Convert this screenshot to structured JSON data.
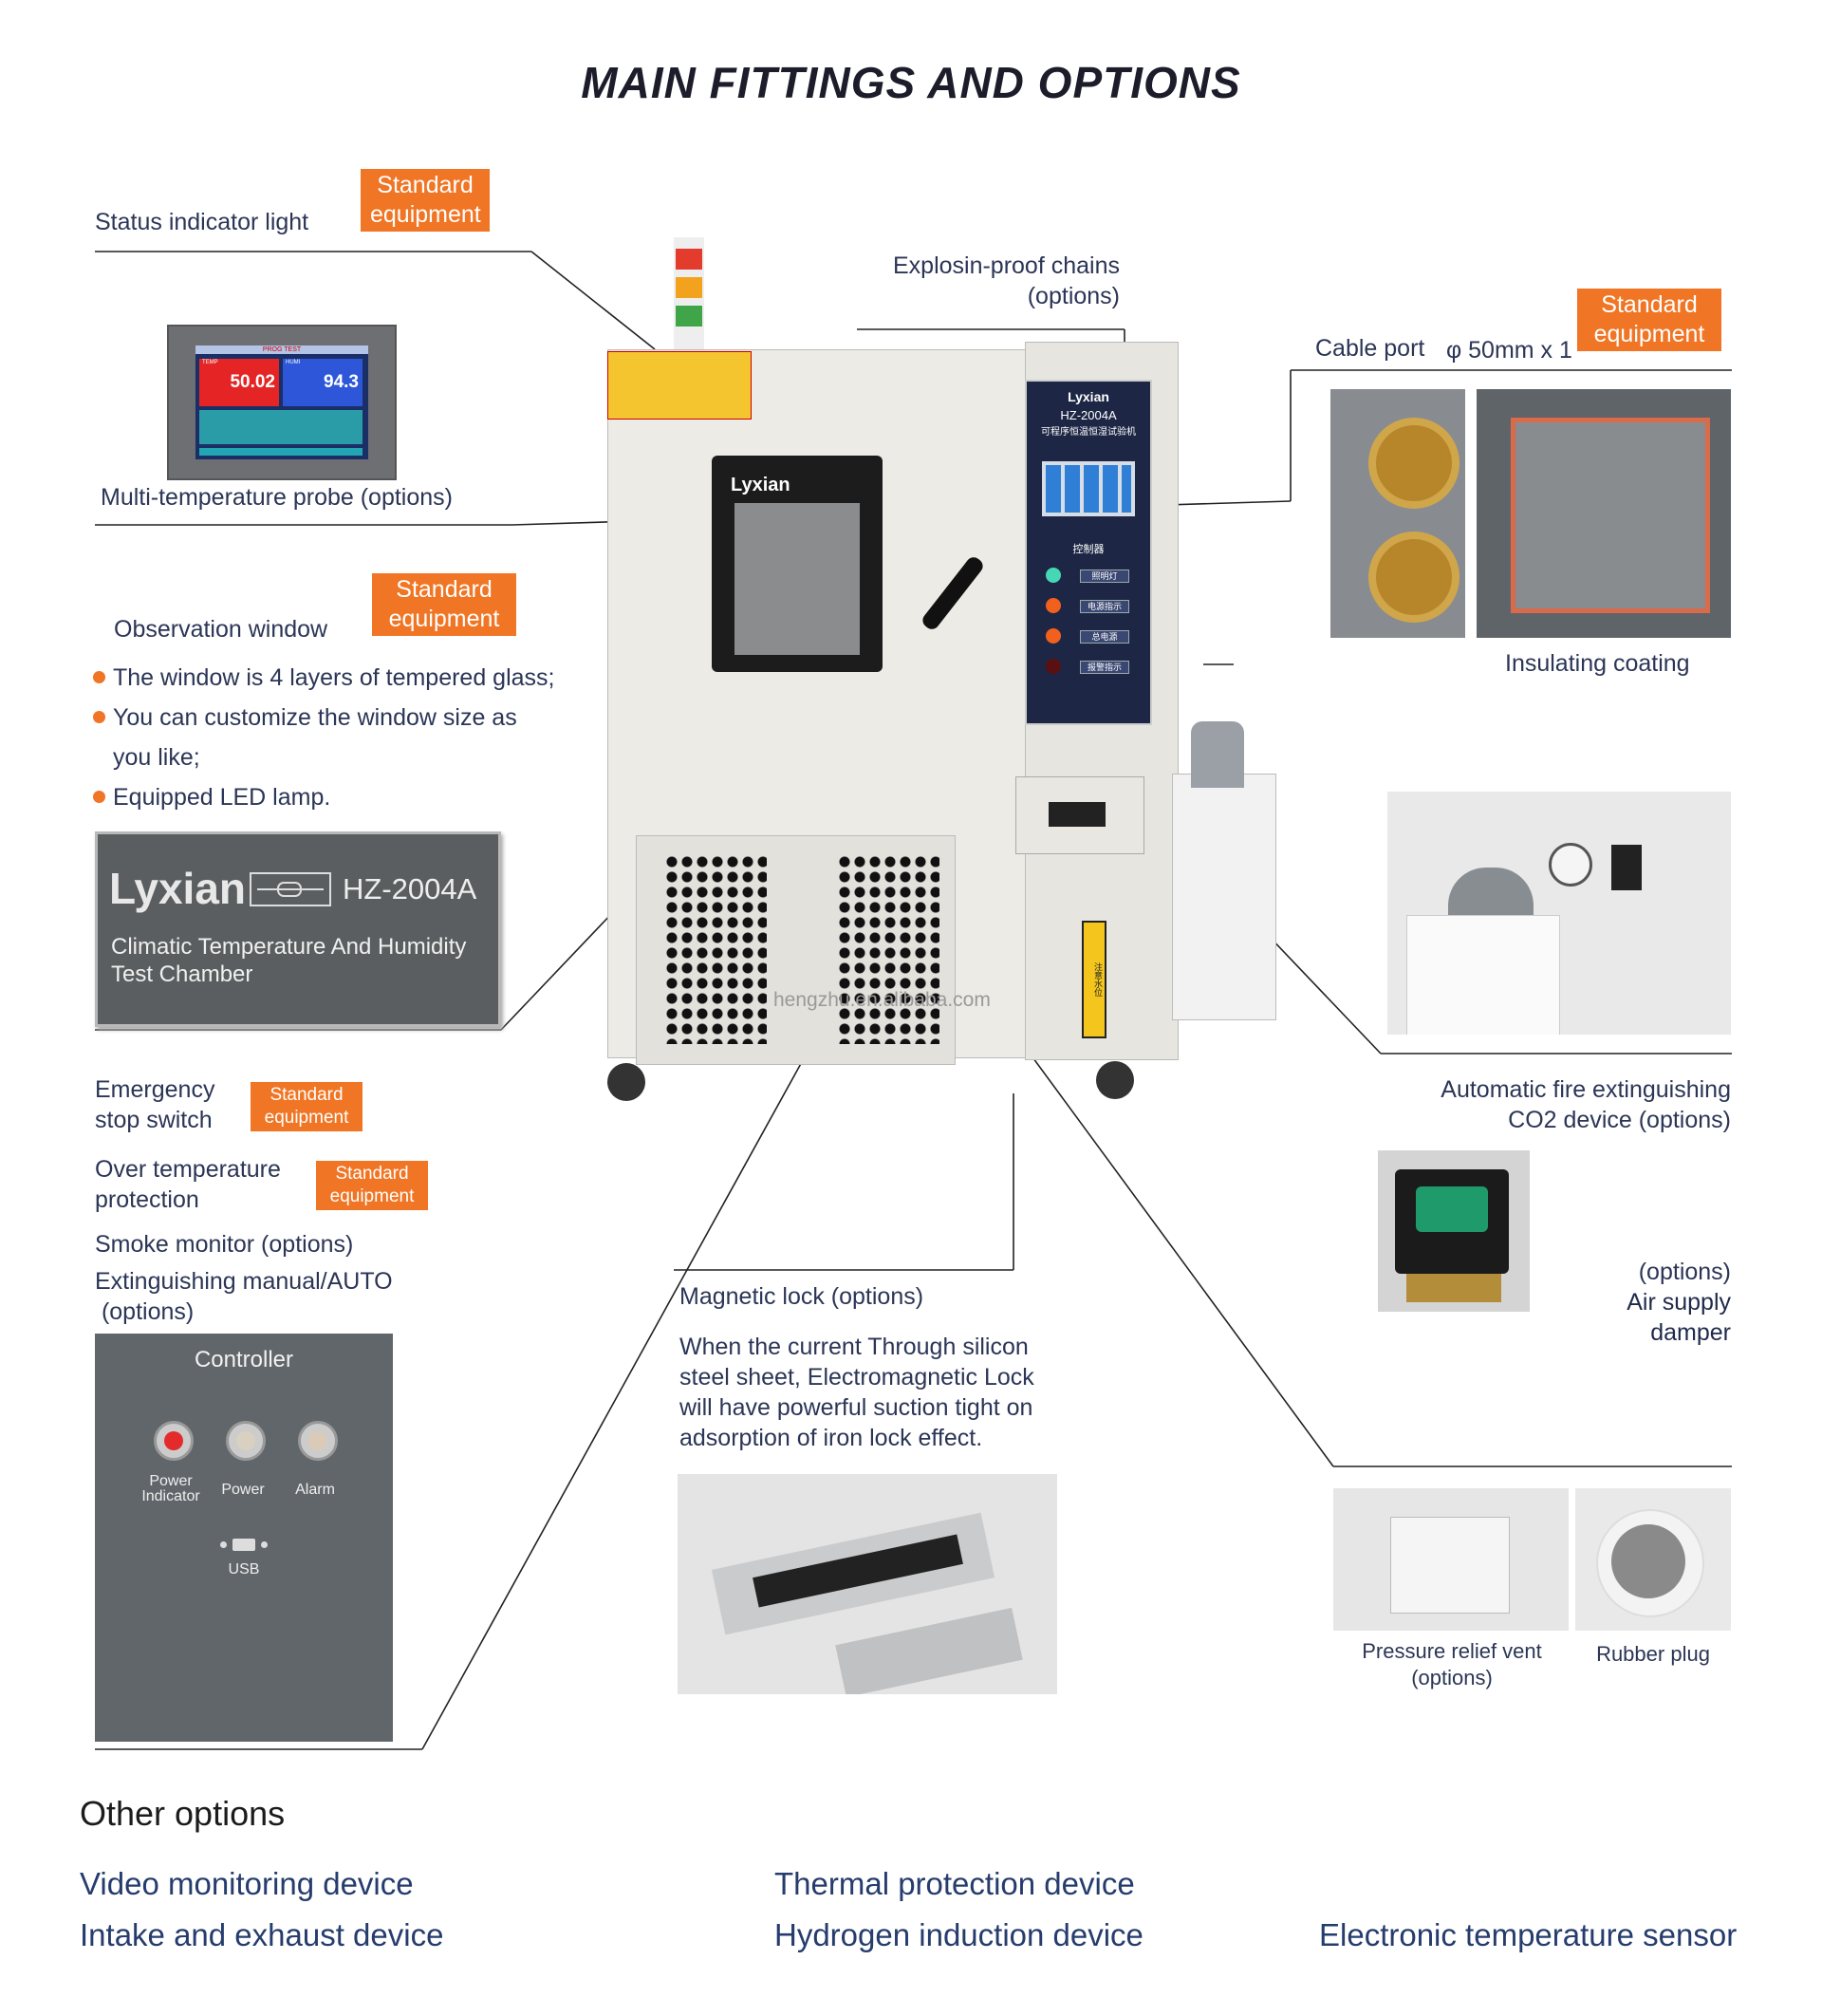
{
  "title": "MAIN FITTINGS AND OPTIONS",
  "badges": {
    "standard": "Standard equipment"
  },
  "status_light": {
    "label": "Status indicator light"
  },
  "probe": {
    "label": "Multi-temperature probe (options)"
  },
  "screen": {
    "brand": "PROG TEST",
    "temp_label": "TEMP",
    "humi_label": "HUMI",
    "temp_value": "50.02",
    "humi_value": "94.3",
    "temp_unit": "℃",
    "humi_unit": "%"
  },
  "observation": {
    "label": "Observation window",
    "bullets": [
      "The window is 4 layers of tempered glass;",
      "You can customize the window size as",
      "you like;",
      "Equipped LED lamp."
    ]
  },
  "nameplate": {
    "brand": "Lyxian",
    "model": "HZ-2004A",
    "line1": "Climatic Temperature And Humidity",
    "line2": "Test Chamber"
  },
  "emergency": {
    "label_line1": "Emergency",
    "label_line2": "stop switch"
  },
  "overtemp": {
    "label_line1": "Over temperature",
    "label_line2": "protection"
  },
  "smoke": {
    "label": "Smoke monitor (options)"
  },
  "extinguishing": {
    "label_line1": "Extinguishing manual/AUTO",
    "label_line2": " (options)"
  },
  "controller": {
    "title": "Controller",
    "buttons": [
      {
        "label_line1": "Power",
        "label_line2": "Indicator",
        "color": "#e32b2b"
      },
      {
        "label_line1": "Power",
        "label_line2": "",
        "color": "#d9d0bf"
      },
      {
        "label_line1": "Alarm",
        "label_line2": "",
        "color": "#d9cbb8"
      }
    ],
    "usb": "USB"
  },
  "chains": {
    "label_line1": "Explosin-proof chains",
    "label_line2": "(options)"
  },
  "cable": {
    "label": "Cable port",
    "spec": "φ 50mm x 1"
  },
  "insulating": {
    "label": "Insulating coating"
  },
  "co2": {
    "label_line1": "Automatic fire extinguishing",
    "label_line2": "CO2 device (options)"
  },
  "damper": {
    "label_line1": "(options)",
    "label_line2": "Air supply damper"
  },
  "maglock": {
    "label": "Magnetic lock (options)",
    "desc": [
      "When the current Through silicon",
      "steel sheet, Electromagnetic Lock",
      "will have powerful suction tight on",
      "adsorption of iron lock effect."
    ]
  },
  "relief": {
    "label_line1": "Pressure relief vent",
    "label_line2": "(options)"
  },
  "plug": {
    "label": "Rubber plug"
  },
  "chamber": {
    "brand": "Lyxian",
    "model": "HZ-2004A",
    "subtitle": "可程序恒温恒湿试验机",
    "panel_title": "控制器",
    "panel_buttons": [
      "照明灯",
      "电源指示",
      "总电源",
      "报警指示"
    ],
    "watermark": "hengzhu.en.alibaba.com",
    "water_label": "注意水位"
  },
  "other": {
    "title": "Other options",
    "items": [
      "Video monitoring device",
      "Thermal protection device",
      "Intake and exhaust device",
      "Hydrogen induction device",
      "Electronic temperature sensor"
    ]
  }
}
